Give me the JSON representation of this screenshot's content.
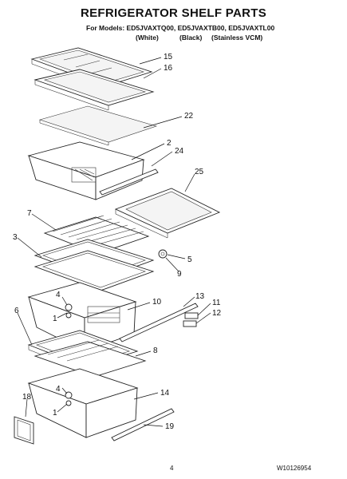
{
  "header": {
    "title": "REFRIGERATOR SHELF PARTS",
    "models_line": "For Models: ED5JVAXTQ00, ED5JVAXTB00, ED5JVAXTL00",
    "finish_white": "(White)",
    "finish_black": "(Black)",
    "finish_stainless": "(Stainless VCM)"
  },
  "callouts": {
    "c15": "15",
    "c16": "16",
    "c22": "22",
    "c2": "2",
    "c24": "24",
    "c25": "25",
    "c7": "7",
    "c3": "3",
    "c5": "5",
    "c9": "9",
    "c4a": "4",
    "c1a": "1",
    "c10": "10",
    "c13": "13",
    "c11": "11",
    "c12": "12",
    "c6": "6",
    "c8": "8",
    "c4b": "4",
    "c1b": "1",
    "c14": "14",
    "c18": "18",
    "c19": "19"
  },
  "footer": {
    "page_number": "4",
    "doc_number": "W10126954"
  }
}
